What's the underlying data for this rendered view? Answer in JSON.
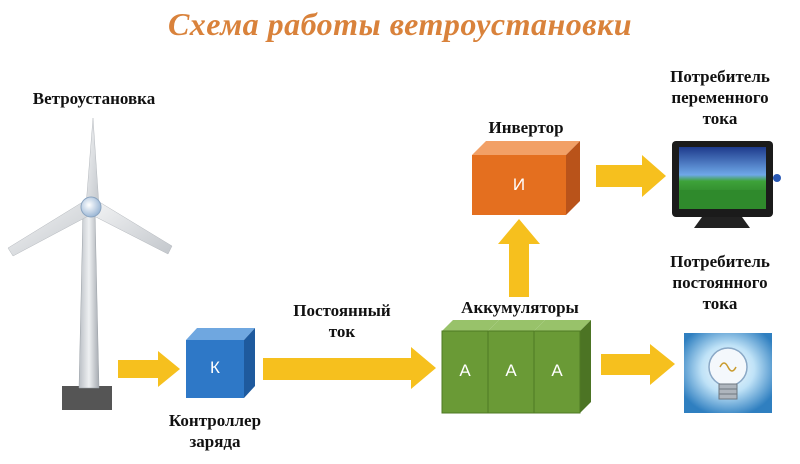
{
  "title": "Схема работы ветроустановки",
  "labels": {
    "wind_turbine": "Ветроустановка",
    "controller_line1": "Контроллер",
    "controller_line2": "заряда",
    "dc_current_line1": "Постоянный",
    "dc_current_line2": "ток",
    "batteries": "Аккумуляторы",
    "inverter": "Инвертор",
    "ac_consumer_line1": "Потребитель",
    "ac_consumer_line2": "переменного",
    "ac_consumer_line3": "тока",
    "dc_consumer_line1": "Потребитель",
    "dc_consumer_line2": "постоянного",
    "dc_consumer_line3": "тока"
  },
  "box_letters": {
    "controller": "К",
    "inverter": "И",
    "battery_1": "А",
    "battery_2": "А",
    "battery_3": "А"
  },
  "colors": {
    "title": "#d9823b",
    "arrow": "#f6c01e",
    "controller_box": "#2e78c7",
    "inverter_box": "#e46f1f",
    "battery_box": "#6a9a36"
  },
  "icons": {
    "wind_turbine": "wind-turbine-icon",
    "tv": "tv-icon",
    "light_bulb": "light-bulb-icon"
  }
}
